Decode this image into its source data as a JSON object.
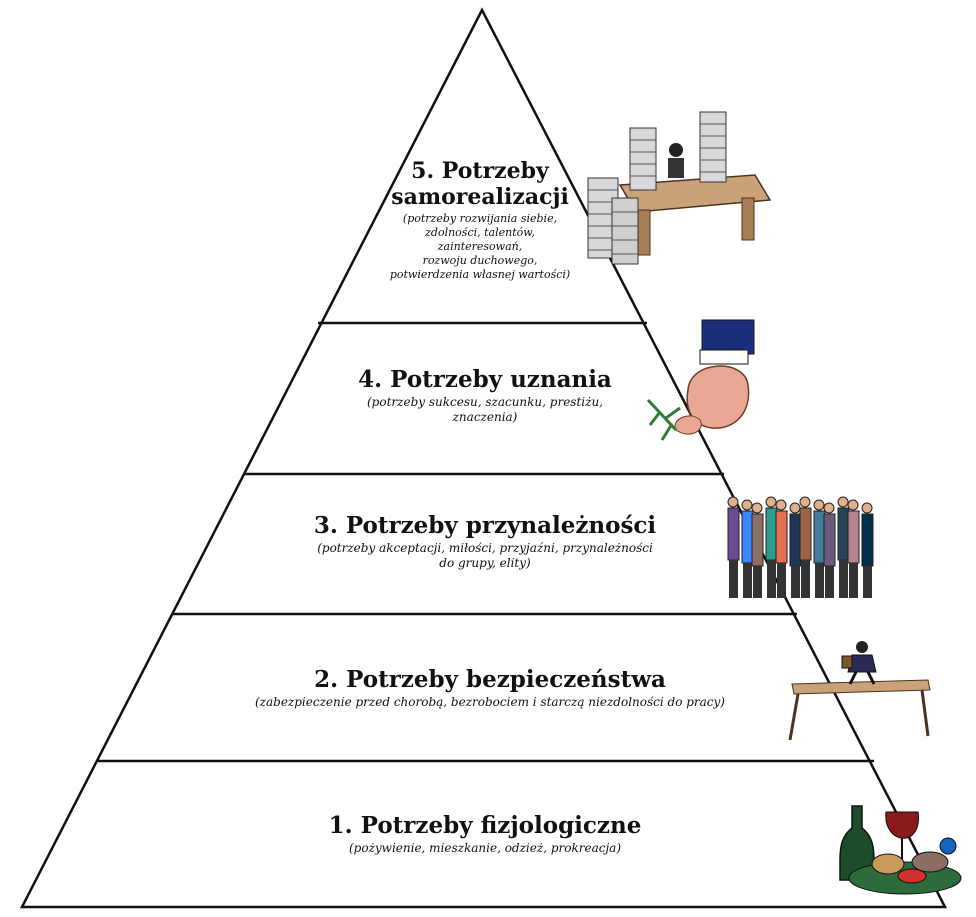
{
  "levels": [
    {
      "number": 5,
      "title_line1": "5. Potrzeby",
      "title_line2": "samorealizacji",
      "description_lines": [
        "(potrzeby rozwijania siebie,",
        "zdolności, talentów,",
        "zainteresowań,",
        "rozwoju duchowego,",
        "potwierdzenia własnej wartości)"
      ],
      "illustration": "desk-with-stacks-of-papers"
    },
    {
      "number": 4,
      "title": "4. Potrzeby uznania",
      "description_lines": [
        "(potrzeby sukcesu, szacunku, prestiżu,",
        "znaczenia)"
      ],
      "illustration": "hand-holding-leaf"
    },
    {
      "number": 3,
      "title": "3. Potrzeby przynależności",
      "description_lines": [
        "(potrzeby akceptacji, miłości, przyjaźni, przynależności",
        "do grupy, elity)"
      ],
      "illustration": "group-of-people"
    },
    {
      "number": 2,
      "title": "2. Potrzeby bezpieczeństwa",
      "description_lines": [
        "(zabezpieczenie przed chorobą, bezrobociem i starczą niezdolności do pracy)"
      ],
      "illustration": "person-climbing-on-table"
    },
    {
      "number": 1,
      "title": "1. Potrzeby fizjologiczne",
      "description_lines": [
        "(pożywienie, mieszkanie, odzież, prokreacja)"
      ],
      "illustration": "wine-and-food"
    }
  ]
}
